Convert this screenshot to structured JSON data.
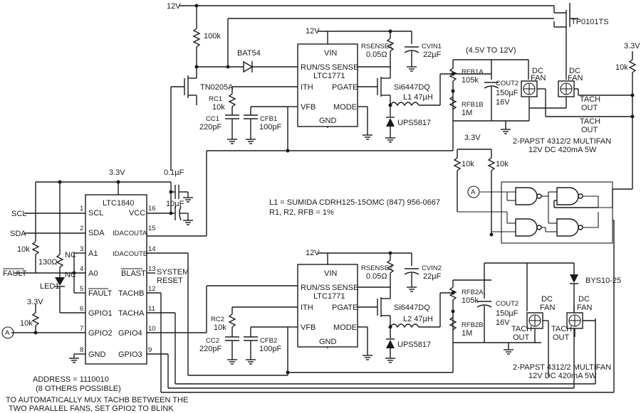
{
  "labels": {
    "v12_top": "12V",
    "tp0101ts": "TP0101TS",
    "r100k": "100k",
    "v12_reg1": "12V",
    "rsense1": "RSENSE1",
    "rsense1_val": "0.05Ω",
    "cvin1": "CVIN1",
    "cvin1_val": "22µF",
    "range": "(4.5V TO 12V)",
    "v33_right": "3.3V",
    "r10k_right": "10k",
    "bat54": "BAT54",
    "reg1_vin": "VIN",
    "reg1_run": "RUN/SS",
    "reg1_sense": "SENSE",
    "reg1_name": "LTC1771",
    "reg1_ith": "ITH",
    "reg1_pgate": "PGATE",
    "reg1_vfb": "VFB",
    "reg1_mode": "MODE",
    "reg1_gnd": "GND",
    "tn0205a": "TN0205A",
    "rc1": "RC1",
    "rc1_val": "10k",
    "cc1": "CC1",
    "cc1_val": "220pF",
    "cfb1": "CFB1",
    "cfb1_val": "100pF",
    "si1": "Si6447DQ",
    "l1": "L1 47µH",
    "ups1": "UPS5817",
    "rfb1a": "RFB1A",
    "rfb1a_val": "105k",
    "rfb1b": "RFB1B",
    "rfb1b_val": "1M",
    "cout2_1": "COUT2",
    "cout2_1_val": "150µF",
    "cout2_1_v": "16V",
    "dcfan1a": "DC",
    "dcfan1b": "FAN",
    "dcfan2a": "DC",
    "dcfan2b": "FAN",
    "tach_a1": "TACH",
    "tach_a2": "OUT",
    "tach_b1": "TACH",
    "tach_b2": "OUT",
    "papst1a": "2-PAPST 4312/2 MULTIFAN",
    "papst1b": "12V DC 420mA 5W",
    "v33_mid": "3.3V",
    "r10k_a": "10k",
    "r10k_b": "10k",
    "v33_left": "3.3V",
    "c01": "0.1µF",
    "c10": "10µF",
    "ltc1840": "LTC1840",
    "pin_scl": "SCL",
    "pin_sda": "SDA",
    "pin_a1": "A1",
    "pin_a0": "A0",
    "pin_fault": "FAULT",
    "pin_gpio1": "GPIO1",
    "pin_gpio2": "GPIO2",
    "pin_gnd": "GND",
    "pin_vcc": "VCC",
    "pin_idaca": "IDACOUTA",
    "pin_idacb": "IDACOUTB",
    "pin_blast": "BLAST",
    "pin_tachb": "TACHB",
    "pin_tacha": "TACHA",
    "pin_gpio4": "GPIO4",
    "pin_gpio3": "GPIO3",
    "n1": "1",
    "n2": "2",
    "n3": "3",
    "n4": "4",
    "n5": "5",
    "n6": "6",
    "n7": "7",
    "n8": "8",
    "n9": "9",
    "n10": "10",
    "n11": "11",
    "n12": "12",
    "n13": "13",
    "n14": "14",
    "n15": "15",
    "n16": "16",
    "scl": "SCL",
    "sda": "SDA",
    "r10k_left": "10k",
    "fault": "FAULT",
    "nc1": "NC",
    "nc2": "NC",
    "r130": "130Ω",
    "led1": "LED1",
    "v33_low": "3.3V",
    "r10k_low": "10k",
    "a_tag": "A",
    "system": "SYSTEM",
    "reset": "RESET",
    "note_l1": "L1 = SUMIDA CDRH125-15OMC  (847) 956-0667",
    "note_r": "R1, R2, RFB = 1%",
    "v12_reg2": "12V",
    "rsense2": "RSENSE2",
    "rsense2_val": "0.05Ω",
    "cvin2": "CVIN2",
    "cvin2_val": "22µF",
    "rc2": "RC2",
    "rc2_val": "10k",
    "cc2": "CC2",
    "cc2_val": "220pF",
    "cfb2": "CFB2",
    "cfb2_val": "100pF",
    "si2": "Si6447DQ",
    "l2": "L2 47µH",
    "ups2": "UPS5817",
    "rfb2a": "RFB2A",
    "rfb2a_val": "105k",
    "rfb2b": "RFB2B",
    "rfb2b_val": "1M",
    "cout2_2": "COUT2",
    "cout2_2_val": "150µF",
    "cout2_2_v": "16V",
    "dcfan3a": "DC",
    "dcfan3b": "FAN",
    "dcfan4a": "DC",
    "dcfan4b": "FAN",
    "tach_c1": "TACH",
    "tach_c2": "OUT",
    "tach_d1": "TACH",
    "tach_d2": "OUT",
    "bys": "BYS10-25",
    "papst2a": "2-PAPST 4312/2 MULTIFAN",
    "papst2b": "12V DC 420mA 5W",
    "address1": "ADDRESS = 1110010",
    "address2": "(8 OTHERS POSSIBLE)",
    "mux1": "TO AUTOMATICALLY MUX TACHB BETWEEN THE",
    "mux2": "TWO PARALLEL FANS, SET GPIO2 TO BLINK"
  }
}
